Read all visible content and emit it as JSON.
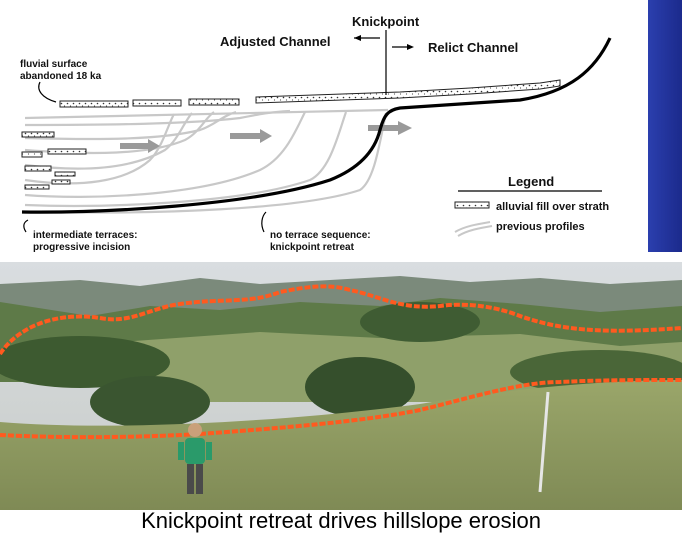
{
  "diagram": {
    "knickpoint": "Knickpoint",
    "adjusted_channel": "Adjusted Channel",
    "relict_channel": "Relict Channel",
    "fluvial_surface_line1": "fluvial surface",
    "fluvial_surface_line2": "abandoned 18 ka",
    "intermediate_line1": "intermediate terraces:",
    "intermediate_line2": "progressive incision",
    "no_terrace_line1": "no terrace sequence:",
    "no_terrace_line2": "knickpoint retreat",
    "legend_title": "Legend",
    "legend_fill": "alluvial fill over strath",
    "legend_profiles": "previous profiles"
  },
  "photo": {
    "caption": "Knickpoint retreat drives hillslope erosion",
    "marker_color": "#ff5a1f"
  }
}
